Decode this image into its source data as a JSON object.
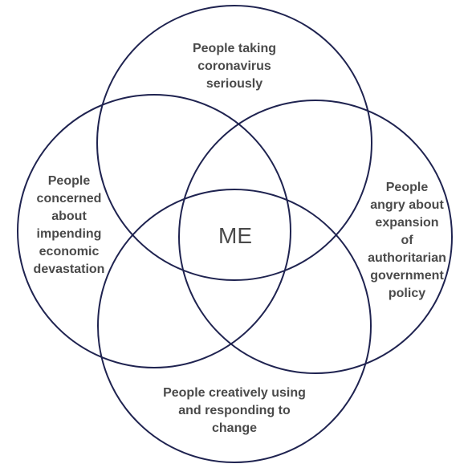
{
  "colors": {
    "circle_stroke": "#1f2350",
    "text": "#4a4a4a",
    "background": "#ffffff"
  },
  "sets": {
    "top": "People taking\ncoronavirus\nseriously",
    "left": "People\nconcerned\nabout\nimpending\neconomic\ndevastation",
    "right": "People\nangry about\nexpansion of\nauthoritarian\ngovernment\npolicy",
    "bottom": "People creatively using\nand responding to\nchange"
  },
  "center": "ME"
}
